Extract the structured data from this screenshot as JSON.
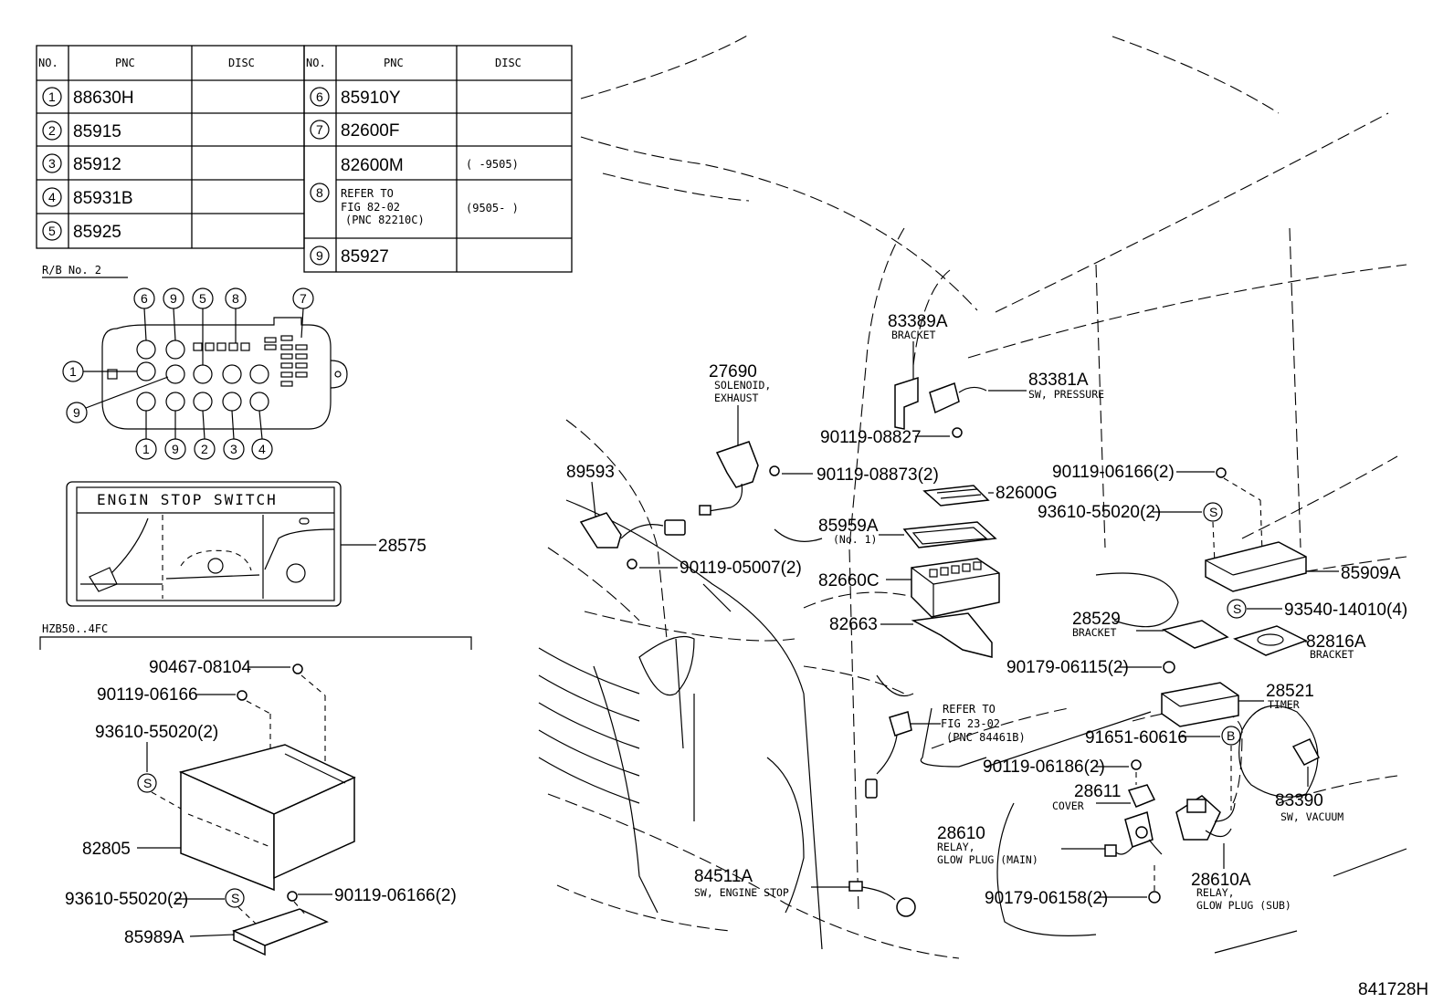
{
  "parts_table": {
    "headers": [
      "NO.",
      "PNC",
      "DISC",
      "NO.",
      "PNC",
      "DISC"
    ],
    "left_rows": [
      {
        "no": "1",
        "pnc": "88630H",
        "disc": ""
      },
      {
        "no": "2",
        "pnc": "85915",
        "disc": ""
      },
      {
        "no": "3",
        "pnc": "85912",
        "disc": ""
      },
      {
        "no": "4",
        "pnc": "85931B",
        "disc": ""
      },
      {
        "no": "5",
        "pnc": "85925",
        "disc": ""
      }
    ],
    "right_rows": [
      {
        "no": "6",
        "pnc": "85910Y",
        "disc": ""
      },
      {
        "no": "7",
        "pnc": "82600F",
        "disc": ""
      },
      {
        "no": "8",
        "pnc": "82600M",
        "disc": "(      -9505)"
      },
      {
        "no": "",
        "pnc_lines": [
          "REFER TO",
          "FIG 82-02",
          "(PNC 82210C)"
        ],
        "disc": "(9505-      )"
      },
      {
        "no": "9",
        "pnc": "85927",
        "disc": ""
      }
    ]
  },
  "relay_block": {
    "title": "R/B No. 2",
    "top_markers": [
      "6",
      "9",
      "5",
      "8",
      "7"
    ],
    "side_markers": [
      "1",
      "9"
    ],
    "bottom_markers": [
      "1",
      "9",
      "2",
      "3",
      "4"
    ]
  },
  "decal": {
    "title": "ENGIN STOP SWITCH",
    "part": "28575"
  },
  "model_note": "HZB50..4FC",
  "left_callouts": [
    {
      "id": "90467-08104",
      "text": "90467-08104"
    },
    {
      "id": "90119-06166",
      "text": "90119-06166"
    },
    {
      "id": "93610-55020-a",
      "text": "93610-55020(2)"
    },
    {
      "id": "82805",
      "text": "82805"
    },
    {
      "id": "93610-55020-b",
      "text": "93610-55020(2)"
    },
    {
      "id": "90119-06166-2",
      "text": "90119-06166(2)"
    },
    {
      "id": "85989A",
      "text": "85989A"
    }
  ],
  "callouts": {
    "c83389A": {
      "code": "83389A",
      "desc": "BRACKET"
    },
    "c83381A": {
      "code": "83381A",
      "desc": "SW, PRESSURE"
    },
    "c27690": {
      "code": "27690",
      "desc1": "SOLENOID,",
      "desc2": "EXHAUST"
    },
    "c90119_08827": {
      "code": "90119-08827"
    },
    "c89593": {
      "code": "89593"
    },
    "c90119_08873": {
      "code": "90119-08873(2)"
    },
    "c82600G": {
      "code": "82600G"
    },
    "c90119_06166_r": {
      "code": "90119-06166(2)"
    },
    "c93610_55020_r": {
      "code": "93610-55020(2)"
    },
    "c85959A": {
      "code": "85959A",
      "desc": "(No. 1)"
    },
    "c90119_05007": {
      "code": "90119-05007(2)"
    },
    "c82660C": {
      "code": "82660C"
    },
    "c85909A": {
      "code": "85909A"
    },
    "c93540_14010": {
      "code": "93540-14010(4)"
    },
    "c82663": {
      "code": "82663"
    },
    "c28529": {
      "code": "28529",
      "desc": "BRACKET"
    },
    "c82816A": {
      "code": "82816A",
      "desc": "BRACKET"
    },
    "c90179_06115": {
      "code": "90179-06115(2)"
    },
    "c28521": {
      "code": "28521",
      "desc": "TIMER"
    },
    "c_refer": {
      "l1": "REFER TO",
      "l2": "FIG 23-02",
      "l3": "(PNC 84461B)"
    },
    "c91651_60616": {
      "code": "91651-60616"
    },
    "c90119_06186": {
      "code": "90119-06186(2)"
    },
    "c28611": {
      "code": "28611",
      "desc": "COVER"
    },
    "c83390": {
      "code": "83390",
      "desc": "SW, VACUUM"
    },
    "c28610": {
      "code": "28610",
      "desc1": "RELAY,",
      "desc2": "GLOW PLUG (MAIN)"
    },
    "c28610A": {
      "code": "28610A",
      "desc1": "RELAY,",
      "desc2": "GLOW PLUG  (SUB)"
    },
    "c84511A": {
      "code": "84511A",
      "desc": "SW, ENGINE STOP"
    },
    "c90179_06158": {
      "code": "90179-06158(2)"
    }
  },
  "markers": {
    "s": "S",
    "b": "B"
  },
  "figure_id": "841728H"
}
